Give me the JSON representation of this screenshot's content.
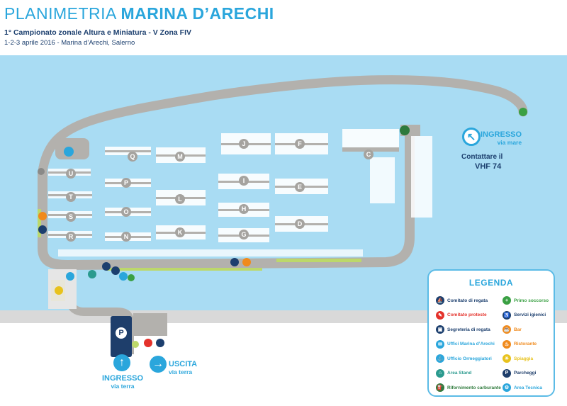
{
  "header": {
    "title_light": "PLANIMETRIA",
    "title_bold": "MARINA D’ARECHI",
    "subtitle": "1° Campionato zonale Altura e Miniatura - V Zona FIV",
    "dates": "1-2-3 aprile 2016 - Marina d’Arechi, Salerno"
  },
  "colors": {
    "sea": "#a9dcf3",
    "quay": "#b3b1ad",
    "land": "#d9d9d9",
    "green": "#bcd86a",
    "accent": "#2aa6dc",
    "navy": "#1c3f6e",
    "parking": "#1e3e6b"
  },
  "pier_labels": {
    "left": [
      "U",
      "T",
      "S",
      "R"
    ],
    "col1": [
      "Q",
      "P",
      "O",
      "N"
    ],
    "col2": [
      "M",
      "L",
      "K"
    ],
    "col3": [
      "J",
      "I",
      "H",
      "G"
    ],
    "col4": [
      "F",
      "E",
      "D"
    ],
    "east": "C"
  },
  "entrances": {
    "sea_main": "INGRESSO",
    "sea_sub": "via mare",
    "contact": "Contattare il",
    "channel": "VHF 74",
    "land_in_main": "INGRESSO",
    "land_in_sub": "via terra",
    "land_out_main": "USCITA",
    "land_out_sub": "via terra"
  },
  "parking_symbol": "P",
  "legend": {
    "title": "LEGENDA",
    "items_left": [
      {
        "label": "Comitato di regata",
        "color": "#1c3f6e",
        "icon": "sailboat-icon",
        "glyph": "⛵"
      },
      {
        "label": "Comitato proteste",
        "color": "#e4322b",
        "icon": "document-icon",
        "glyph": "✎"
      },
      {
        "label": "Segreteria di regata",
        "color": "#1c3f6e",
        "icon": "desk-icon",
        "glyph": "▣"
      },
      {
        "label": "Uffici Marina d’Arechi",
        "color": "#2aa6dc",
        "icon": "office-icon",
        "glyph": "✉"
      },
      {
        "label": "Ufficio Ormeggiatori",
        "color": "#2aa6dc",
        "icon": "mooring-icon",
        "glyph": "⚓"
      },
      {
        "label": "Area Stand",
        "color": "#2a9a8e",
        "icon": "stand-icon",
        "glyph": "⌂"
      },
      {
        "label": "Rifornimento carburante",
        "color": "#2e7a3c",
        "icon": "fuel-icon",
        "glyph": "⛽"
      }
    ],
    "items_right": [
      {
        "label": "Primo soccorso",
        "color": "#3aa043",
        "icon": "first-aid-icon",
        "glyph": "+"
      },
      {
        "label": "Servizi igienici",
        "color": "#1c3f6e",
        "icon": "toilet-icon",
        "glyph": "♿"
      },
      {
        "label": "Bar",
        "color": "#f08a1c",
        "icon": "coffee-icon",
        "glyph": "☕"
      },
      {
        "label": "Ristorante",
        "color": "#f08a1c",
        "icon": "restaurant-icon",
        "glyph": "♨"
      },
      {
        "label": "Spiaggia",
        "color": "#e8c21c",
        "icon": "beach-icon",
        "glyph": "☀"
      },
      {
        "label": "Parcheggi",
        "color": "#1e3e6b",
        "icon": "parking-icon",
        "glyph": "P"
      },
      {
        "label": "Area Tecnica",
        "color": "#2aa6dc",
        "icon": "technical-icon",
        "glyph": "⚙"
      }
    ]
  }
}
